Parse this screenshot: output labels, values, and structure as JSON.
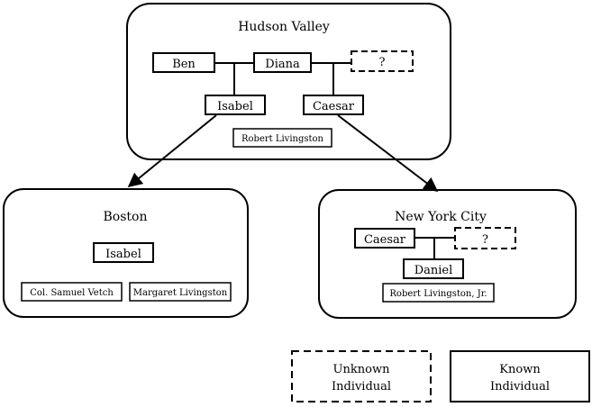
{
  "regions": {
    "hudson_valley": {
      "title": "Hudson Valley",
      "people": {
        "ben": "Ben",
        "diana": "Diana",
        "unknown_partner": "?",
        "isabel": "Isabel",
        "caesar": "Caesar",
        "owner": "Robert Livingston"
      }
    },
    "boston": {
      "title": "Boston",
      "people": {
        "isabel": "Isabel",
        "owner1": "Col. Samuel Vetch",
        "owner2": "Margaret Livingston"
      }
    },
    "new_york_city": {
      "title": "New York City",
      "people": {
        "caesar": "Caesar",
        "unknown_partner": "?",
        "daniel": "Daniel",
        "owner": "Robert Livingston, Jr."
      }
    }
  },
  "legend": {
    "unknown_line1": "Unknown",
    "unknown_line2": "Individual",
    "known_line1": "Known",
    "known_line2": "Individual"
  }
}
